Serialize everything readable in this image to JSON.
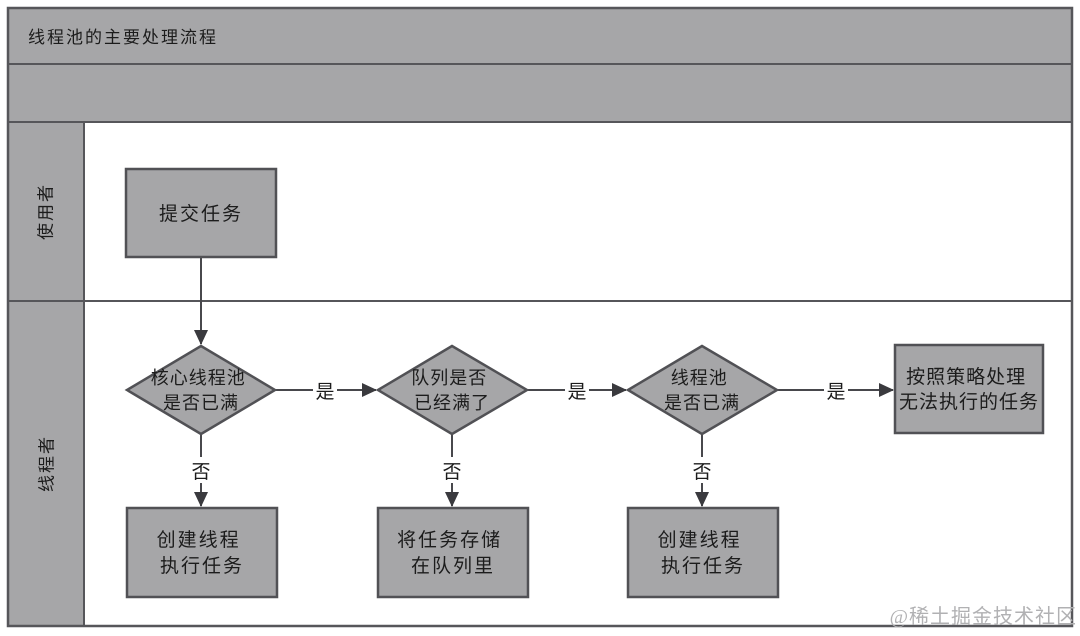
{
  "title": "线程池的主要处理流程",
  "lanes": [
    {
      "label": "使用者"
    },
    {
      "label": "线程者"
    }
  ],
  "nodes": {
    "submit_task": {
      "lines": [
        "提交任务"
      ]
    },
    "core_pool_full": {
      "lines": [
        "核心线程池",
        "是否已满"
      ]
    },
    "queue_full": {
      "lines": [
        "队列是否",
        "已经满了"
      ]
    },
    "pool_full": {
      "lines": [
        "线程池",
        "是否已满"
      ]
    },
    "reject_policy": {
      "lines": [
        "按照策略处理",
        "无法执行的任务"
      ]
    },
    "create_thread_1": {
      "lines": [
        "创建线程",
        "执行任务"
      ]
    },
    "store_in_queue": {
      "lines": [
        "将任务存储",
        "在队列里"
      ]
    },
    "create_thread_2": {
      "lines": [
        "创建线程",
        "执行任务"
      ]
    }
  },
  "edge_labels": {
    "yes": "是",
    "no": "否"
  },
  "watermark": "@稀土掘金技术社区",
  "colors": {
    "lane_fill": "#a6a6a8",
    "node_fill": "#a6a6a8",
    "border": "#56565a",
    "line": "#48484c",
    "text": "#1c1c1c",
    "watermark": "#b1b1b3",
    "background": "#ffffff"
  }
}
